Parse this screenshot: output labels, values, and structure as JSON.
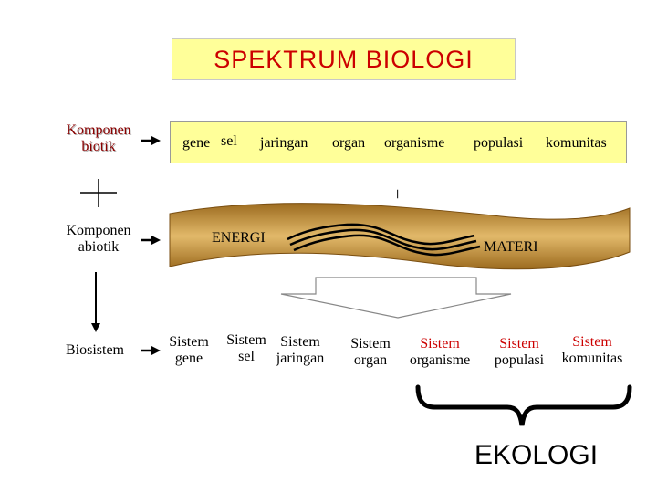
{
  "title": "SPEKTRUM BIOLOGI",
  "left": {
    "komponen_biotik": [
      "Komponen",
      "biotik"
    ],
    "komponen_abiotik": [
      "Komponen",
      "abiotik"
    ],
    "biosistem": "Biosistem"
  },
  "biotic_row": [
    "gene",
    "sel",
    "jaringan",
    "organ",
    "organisme",
    "populasi",
    "komunitas"
  ],
  "plus_sign": "+",
  "cross_sign": "+",
  "energi": "ENERGI",
  "materi": "MATERI",
  "systems": [
    {
      "line1": "Sistem",
      "line2": "gene",
      "color": "black"
    },
    {
      "line1": "Sistem",
      "line2": "sel",
      "color": "black"
    },
    {
      "line1": "Sistem",
      "line2": "jaringan",
      "color": "black"
    },
    {
      "line1": "Sistem",
      "line2": "organ",
      "color": "black"
    },
    {
      "line1": "Sistem",
      "line2": "organisme",
      "color": "red"
    },
    {
      "line1": "Sistem",
      "line2": "populasi",
      "color": "red"
    },
    {
      "line1": "Sistem",
      "line2": "komunitas",
      "color": "red"
    }
  ],
  "ekologi": "EKOLOGI",
  "colors": {
    "title_text": "#cc0000",
    "box_fill": "#ffff99",
    "band_fill": "#d9a85a",
    "red_text": "#cc0000"
  }
}
